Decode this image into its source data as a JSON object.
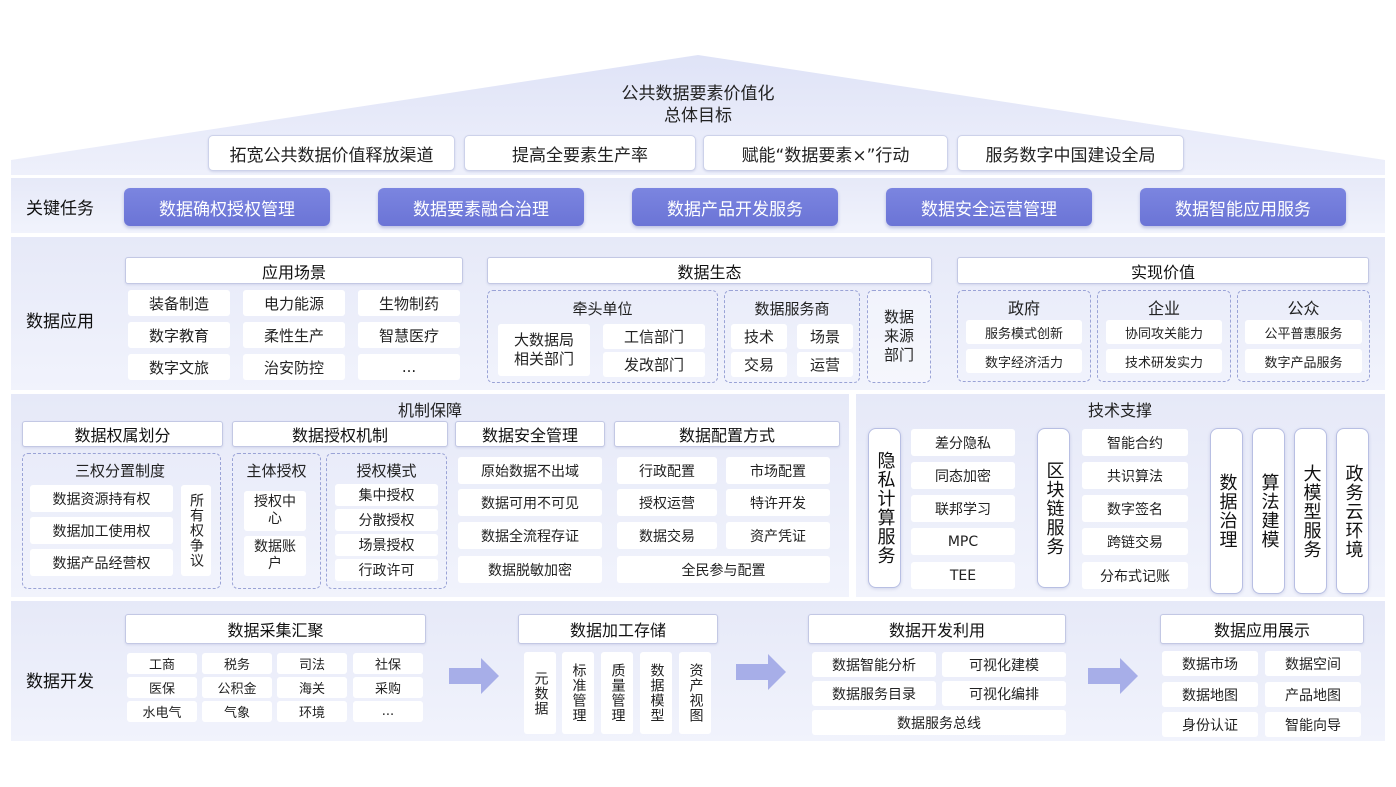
{
  "header": {
    "title": "公共数据要素价值化",
    "subtitle": "总体目标",
    "goals": [
      "拓宽公共数据价值释放渠道",
      "提高全要素生产率",
      "赋能“数据要素×”行动",
      "服务数字中国建设全局"
    ]
  },
  "key_tasks": {
    "label": "关键任务",
    "items": [
      "数据确权授权管理",
      "数据要素融合治理",
      "数据产品开发服务",
      "数据安全运营管理",
      "数据智能应用服务"
    ]
  },
  "data_application": {
    "label": "数据应用",
    "scenarios": {
      "title": "应用场景",
      "items": [
        "装备制造",
        "电力能源",
        "生物制药",
        "数字教育",
        "柔性生产",
        "智慧医疗",
        "数字文旅",
        "治安防控",
        "..."
      ]
    },
    "ecology": {
      "title": "数据生态",
      "lead": {
        "title": "牵头单位",
        "items": [
          "大数据局相关部门",
          "工信部门",
          "发改部门"
        ]
      },
      "provider": {
        "title": "数据服务商",
        "items": [
          "技术",
          "场景",
          "交易",
          "运营"
        ]
      },
      "source": "数据来源部门"
    },
    "value": {
      "title": "实现价值",
      "groups": [
        {
          "title": "政府",
          "items": [
            "服务模式创新",
            "数字经济活力"
          ]
        },
        {
          "title": "企业",
          "items": [
            "协同攻关能力",
            "技术研发实力"
          ]
        },
        {
          "title": "公众",
          "items": [
            "公平普惠服务",
            "数字产品服务"
          ]
        }
      ]
    }
  },
  "mechanism": {
    "title": "机制保障",
    "ownership": {
      "title": "数据权属划分",
      "sub_title": "三权分置制度",
      "items": [
        "数据资源持有权",
        "数据加工使用权",
        "数据产品经营权"
      ],
      "side": "所有权争议"
    },
    "authorization": {
      "title": "数据授权机制",
      "subject": {
        "title": "主体授权",
        "items": [
          "授权中心",
          "数据账户"
        ]
      },
      "mode": {
        "title": "授权模式",
        "items": [
          "集中授权",
          "分散授权",
          "场景授权",
          "行政许可"
        ]
      }
    },
    "security": {
      "title": "数据安全管理",
      "items": [
        "原始数据不出域",
        "数据可用不可见",
        "数据全流程存证",
        "数据脱敏加密"
      ]
    },
    "allocation": {
      "title": "数据配置方式",
      "items": [
        "行政配置",
        "市场配置",
        "授权运营",
        "特许开发",
        "数据交易",
        "资产凭证"
      ],
      "bottom": "全民参与配置"
    }
  },
  "tech": {
    "title": "技术支撑",
    "privacy": {
      "title": "隐私计算服务",
      "items": [
        "差分隐私",
        "同态加密",
        "联邦学习",
        "MPC",
        "TEE"
      ]
    },
    "blockchain": {
      "title": "区块链服务",
      "items": [
        "智能合约",
        "共识算法",
        "数字签名",
        "跨链交易",
        "分布式记账"
      ]
    },
    "columns": [
      "数据治理",
      "算法建模",
      "大模型服务",
      "政务云环境"
    ]
  },
  "data_dev": {
    "label": "数据开发",
    "collection": {
      "title": "数据采集汇聚",
      "items": [
        "工商",
        "税务",
        "司法",
        "社保",
        "医保",
        "公积金",
        "海关",
        "采购",
        "水电气",
        "气象",
        "环境",
        "..."
      ]
    },
    "processing": {
      "title": "数据加工存储",
      "items": [
        "元数据",
        "标准管理",
        "质量管理",
        "数据模型",
        "资产视图"
      ]
    },
    "development": {
      "title": "数据开发利用",
      "items": [
        "数据智能分析",
        "可视化建模",
        "数据服务目录",
        "可视化编排"
      ],
      "bottom": "数据服务总线"
    },
    "display": {
      "title": "数据应用展示",
      "items": [
        "数据市场",
        "数据空间",
        "数据地图",
        "产品地图",
        "身份认证",
        "智能向导"
      ]
    }
  }
}
